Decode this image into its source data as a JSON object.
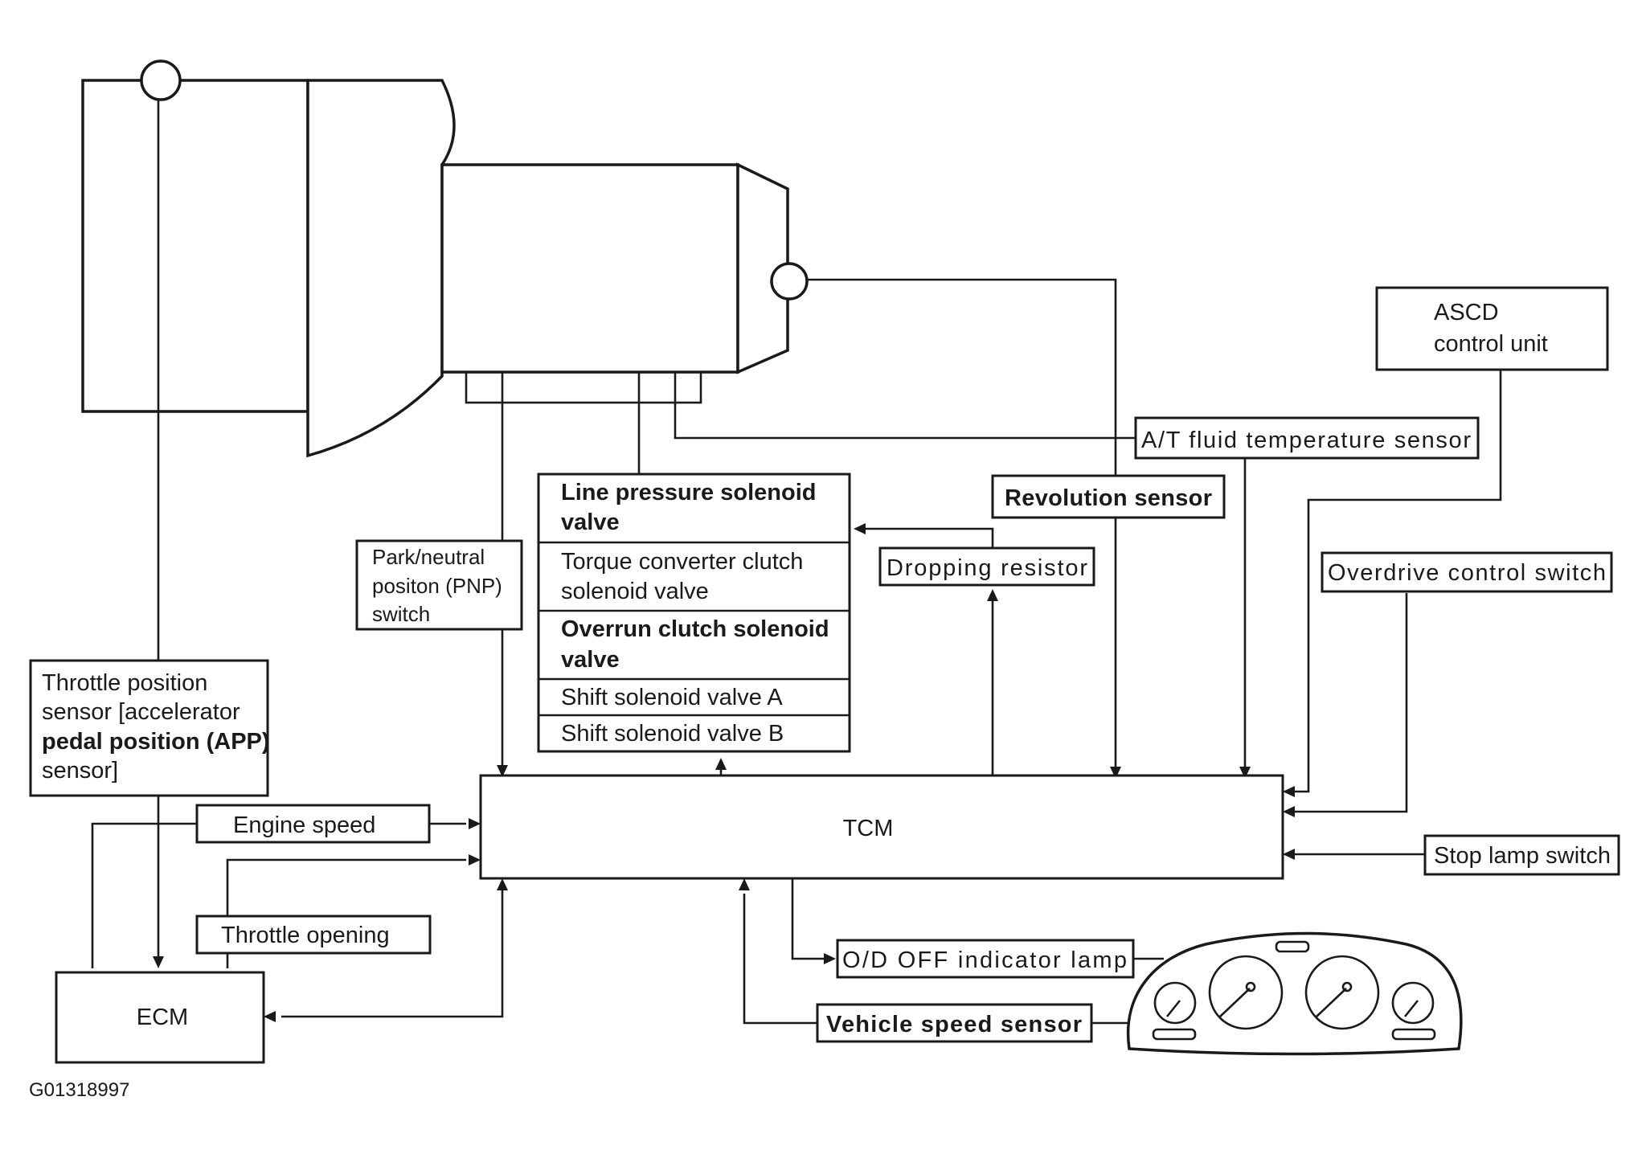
{
  "diagram": {
    "labels": {
      "ascd": [
        "ASCD",
        "control unit"
      ],
      "fluid_temp": "A/T fluid temperature sensor",
      "revolution": "Revolution sensor",
      "dropping_resistor": "Dropping resistor",
      "overdrive_switch": "Overdrive control switch",
      "pnp_switch": [
        "Park/neutral",
        "positon (PNP)",
        "switch"
      ],
      "solenoids": [
        [
          "Line pressure solenoid",
          "valve"
        ],
        [
          "Torque converter clutch",
          "solenoid valve"
        ],
        [
          "Overrun clutch solenoid",
          "valve"
        ],
        [
          "Shift solenoid valve A"
        ],
        [
          "Shift solenoid valve B"
        ]
      ],
      "tps": [
        "Throttle position",
        "sensor [accelerator",
        "pedal position (APP)",
        "sensor]"
      ],
      "engine_speed": "Engine speed",
      "throttle_opening": "Throttle opening",
      "tcm": "TCM",
      "stop_lamp": "Stop lamp switch",
      "ecm": "ECM",
      "od_off_lamp": "O/D OFF indicator lamp",
      "vehicle_speed": "Vehicle speed sensor",
      "figure_id": "G01318997"
    },
    "colors": {
      "line": "#1a1a1a",
      "background": "#ffffff"
    }
  }
}
